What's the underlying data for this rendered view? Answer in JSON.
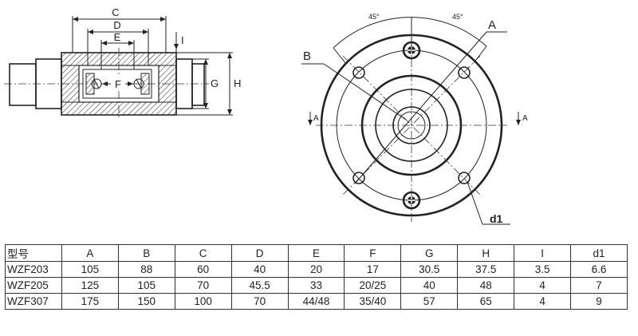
{
  "drawing": {
    "side_view": {
      "dim_labels": {
        "C": "C",
        "D": "D",
        "E": "E",
        "F": "F",
        "G": "G",
        "H": "H",
        "I": "I"
      }
    },
    "front_view": {
      "labels": {
        "A": "A",
        "B": "B",
        "d1": "d1",
        "angle_left": "45°",
        "angle_right": "45°",
        "section_left": "A",
        "section_right": "A"
      }
    }
  },
  "table": {
    "headers": [
      "型号",
      "A",
      "B",
      "C",
      "D",
      "E",
      "F",
      "G",
      "H",
      "I",
      "d1"
    ],
    "rows": [
      [
        "WZF203",
        "105",
        "88",
        "60",
        "40",
        "20",
        "17",
        "30.5",
        "37.5",
        "3.5",
        "6.6"
      ],
      [
        "WZF205",
        "125",
        "105",
        "70",
        "45.5",
        "33",
        "20/25",
        "40",
        "48",
        "4",
        "7"
      ],
      [
        "WZF307",
        "175",
        "150",
        "100",
        "70",
        "44/48",
        "35/40",
        "57",
        "65",
        "4",
        "9"
      ]
    ]
  }
}
